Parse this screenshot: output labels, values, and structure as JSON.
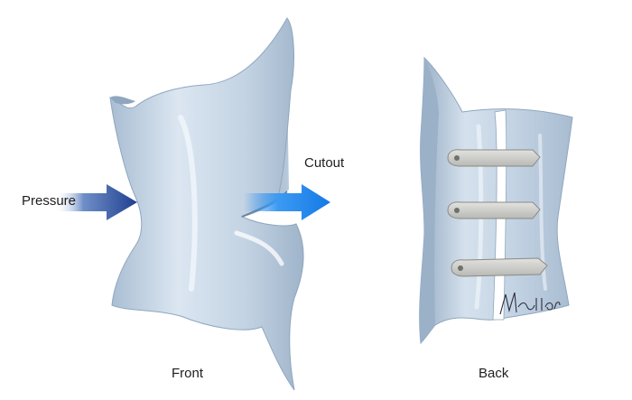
{
  "labels": {
    "pressure": "Pressure",
    "cutout": "Cutout",
    "front": "Front",
    "back": "Back"
  },
  "colors": {
    "brace": "#c6d6e6",
    "brace_shadow": "#8fa6bf",
    "brace_highlight": "#eef4fa",
    "pressure_arrow": "#1f3f8f",
    "cutout_arrow": "#1e88f0",
    "strap": "#c9c9c6",
    "strap_edge": "#8a8a86"
  },
  "artist_signature": "Mullner"
}
